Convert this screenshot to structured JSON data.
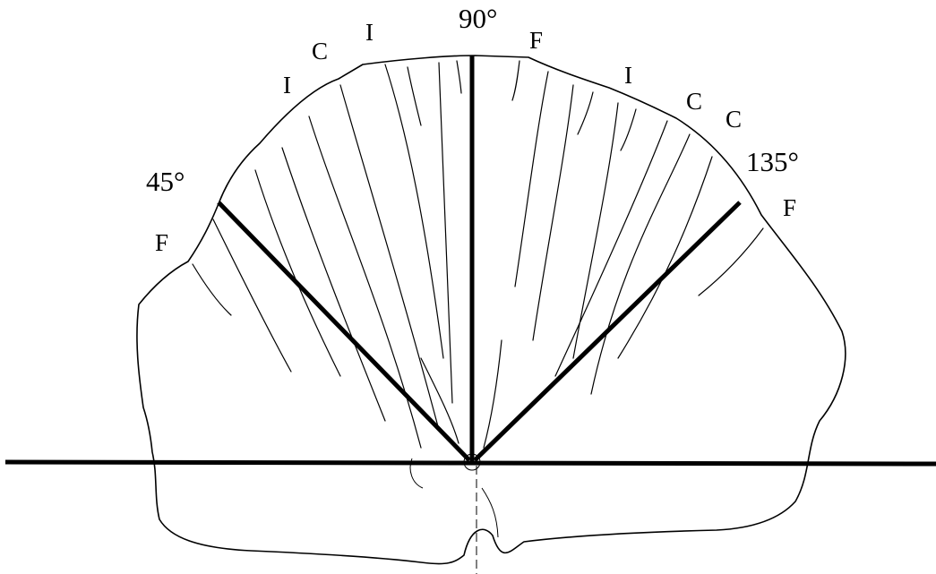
{
  "angle_labels": {
    "a45": "45°",
    "a90": "90°",
    "a135": "135°"
  },
  "zone_labels": {
    "f_left": "F",
    "i_left_low": "I",
    "c_left": "C",
    "i_left_top": "I",
    "f_top_right": "F",
    "i_right": "I",
    "c_right_1": "C",
    "c_right_2": "C",
    "f_right": "F"
  },
  "colors": {
    "ink": "#000000",
    "background": "#ffffff"
  }
}
